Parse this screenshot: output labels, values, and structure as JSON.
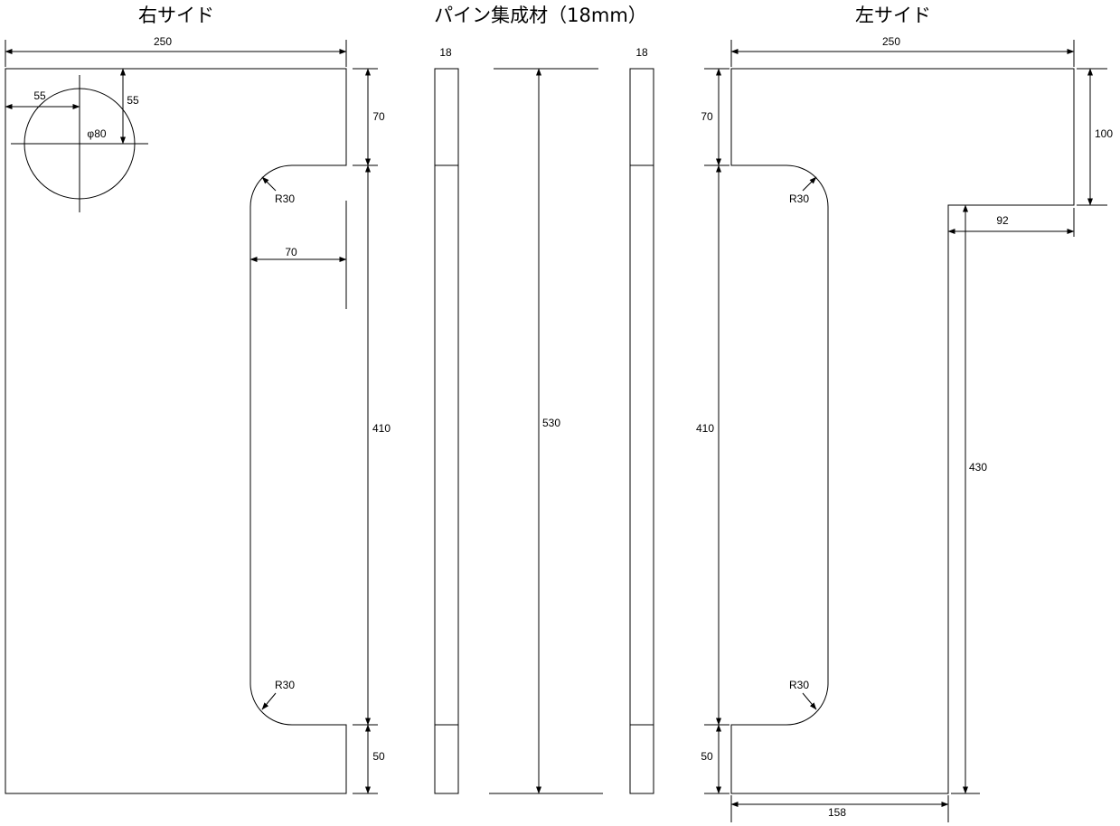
{
  "titles": {
    "right_side": "右サイド",
    "pine_board": "パイン集成材（18mm）",
    "left_side": "左サイド"
  },
  "right_side": {
    "width": "250",
    "hole_x": "55",
    "hole_y": "55",
    "hole_dia": "φ80",
    "top": "70",
    "notch_depth": "70",
    "notch_height": "410",
    "bottom": "50",
    "radius_top": "R30",
    "radius_bottom": "R30"
  },
  "pine_board": {
    "thickness_left": "18",
    "thickness_right": "18",
    "height": "530"
  },
  "left_side": {
    "width": "250",
    "top": "70",
    "notch_height": "410",
    "bottom": "50",
    "step_height": "100",
    "step_width": "92",
    "lower_height": "430",
    "bottom_width": "158",
    "radius_top": "R30",
    "radius_bottom": "R30"
  }
}
